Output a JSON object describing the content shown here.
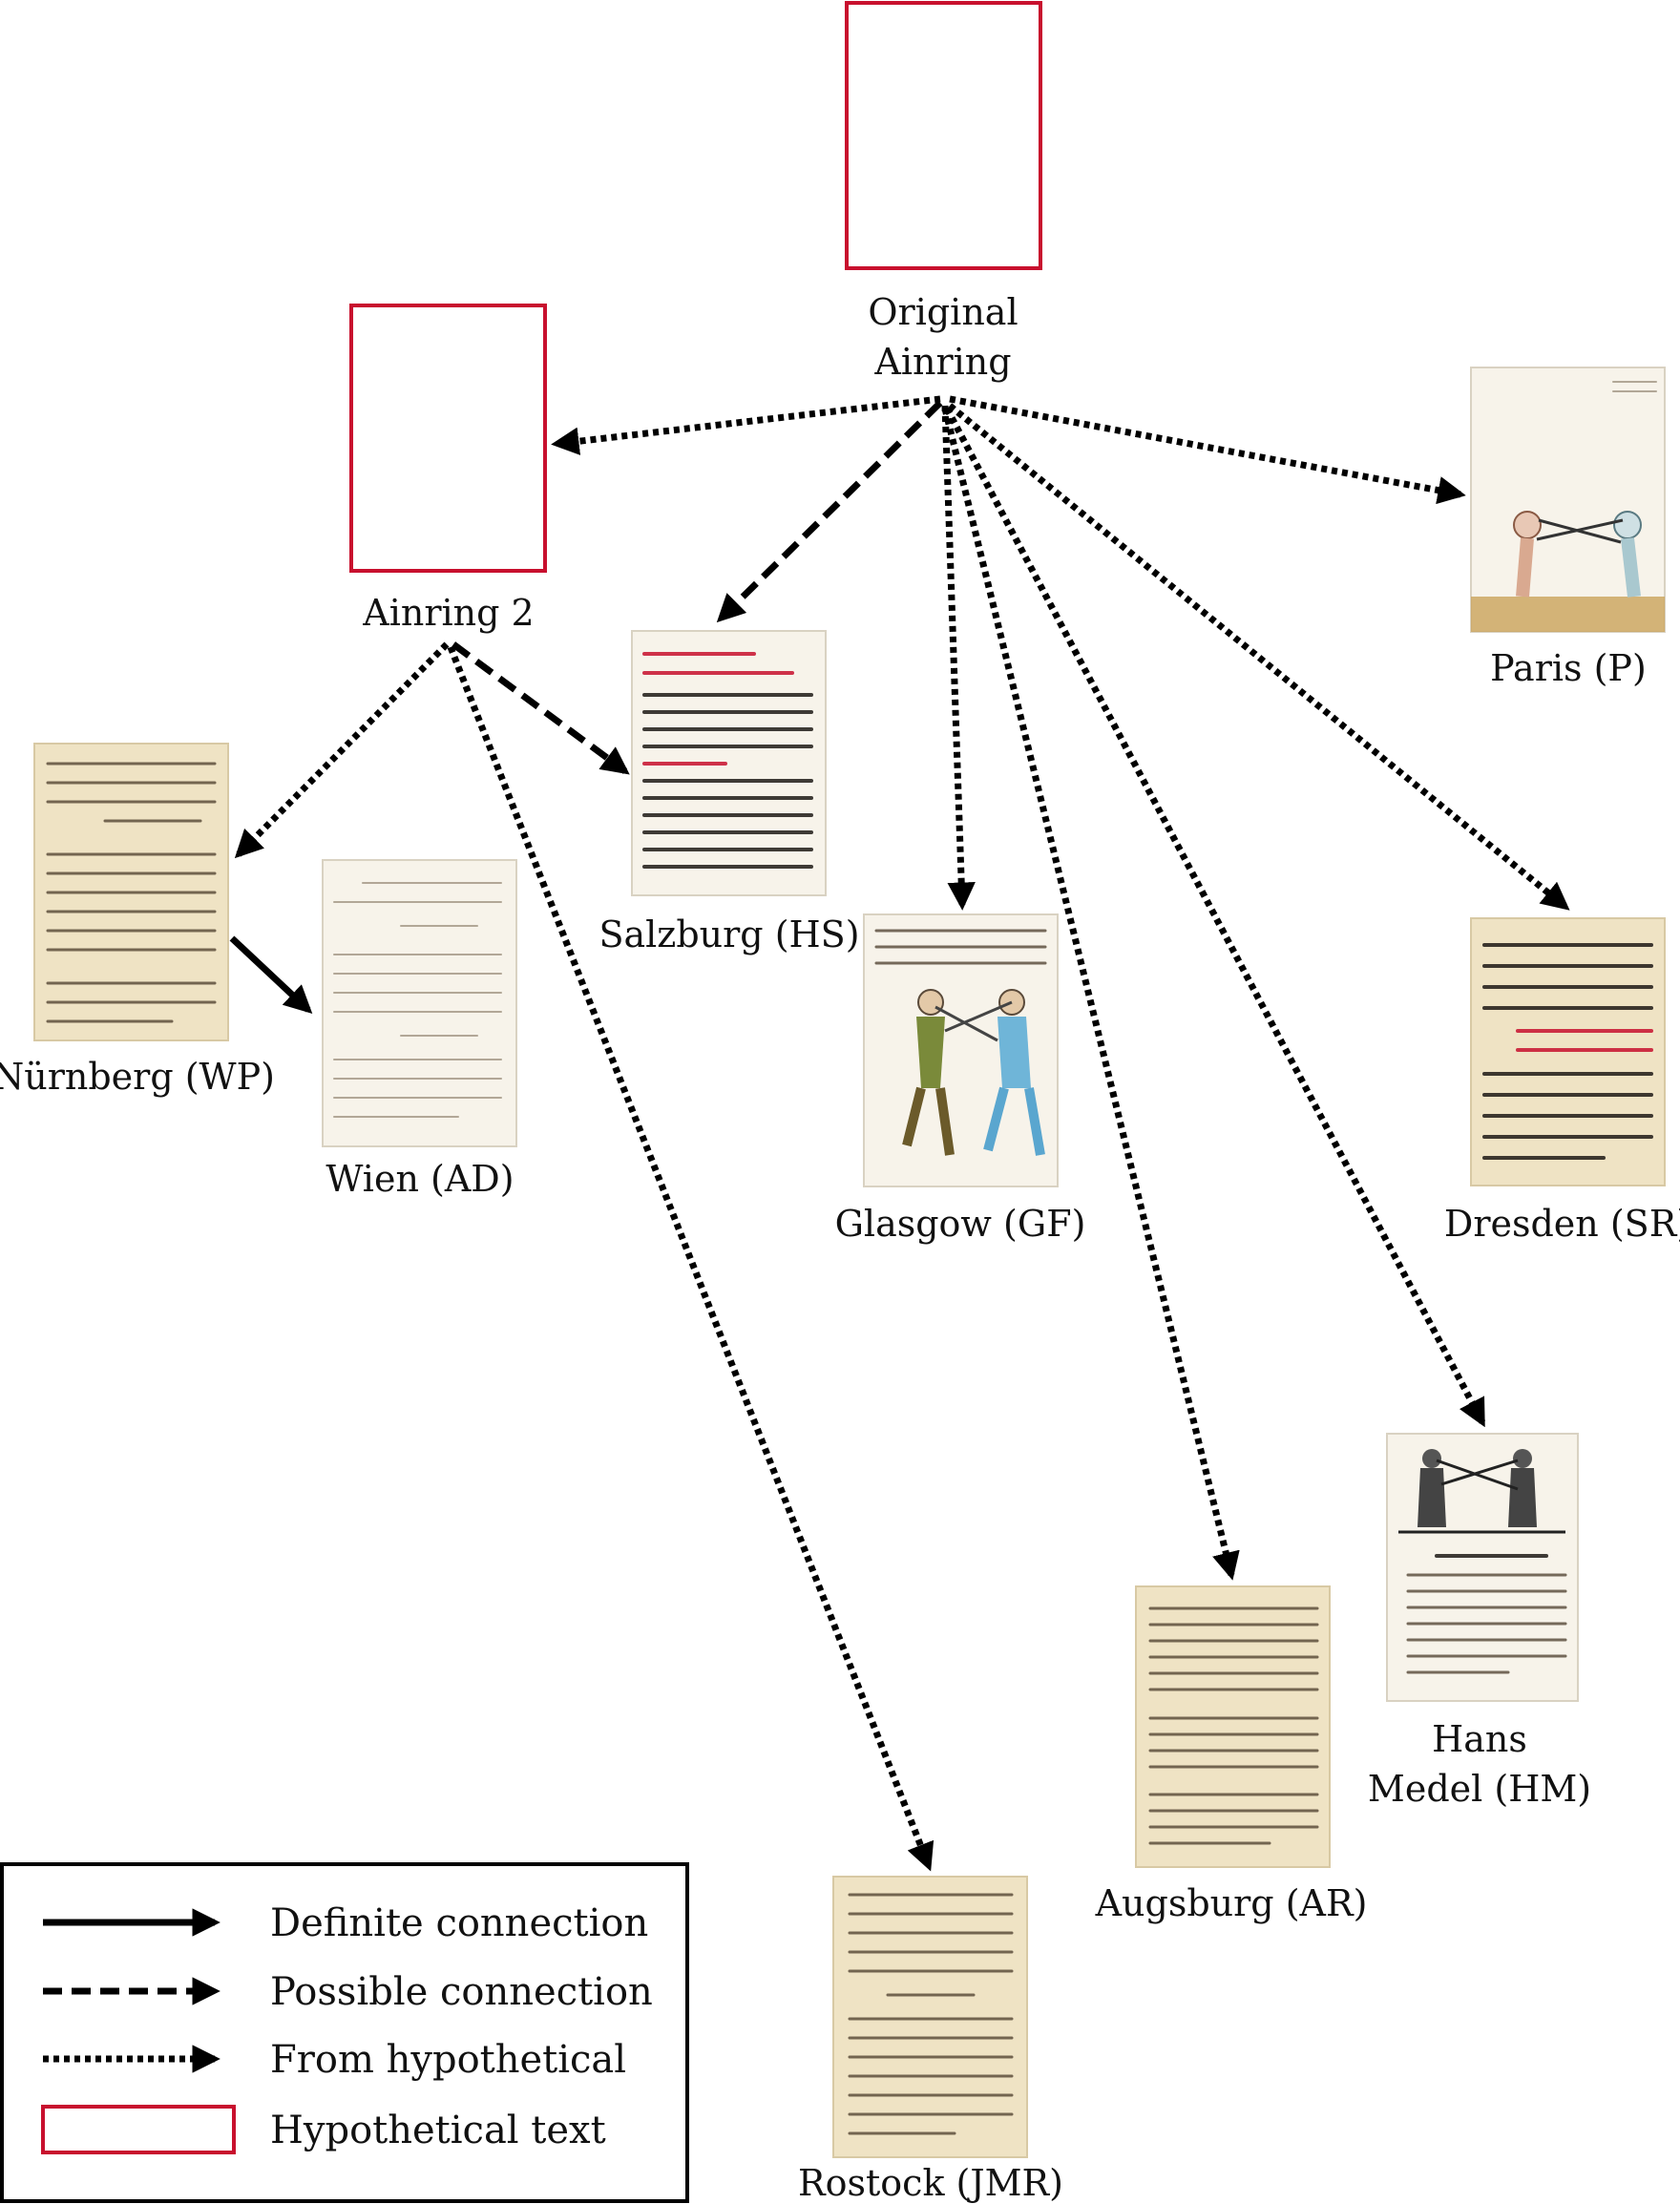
{
  "nodes": {
    "original": {
      "line1": "Original",
      "line2": "Ainring"
    },
    "ainring2": {
      "label": "Ainring 2"
    },
    "paris": {
      "label": "Paris (P)"
    },
    "salzburg": {
      "label": "Salzburg (HS)"
    },
    "nurnberg": {
      "label": "Nürnberg (WP)"
    },
    "wien": {
      "label": "Wien (AD)"
    },
    "glasgow": {
      "label": "Glasgow (GF)"
    },
    "dresden": {
      "label": "Dresden (SR)"
    },
    "hansmedel": {
      "line1": "Hans",
      "line2": "Medel (HM)"
    },
    "augsburg": {
      "label": "Augsburg (AR)"
    },
    "rostock": {
      "label": "Rostock (JMR)"
    }
  },
  "legend": {
    "definite": "Definite connection",
    "possible": "Possible connection",
    "hypothetical_from": "From hypothetical",
    "hypothetical_text": "Hypothetical text"
  },
  "colors": {
    "hypothetical_border": "#c8102e",
    "arrow": "#000000"
  }
}
